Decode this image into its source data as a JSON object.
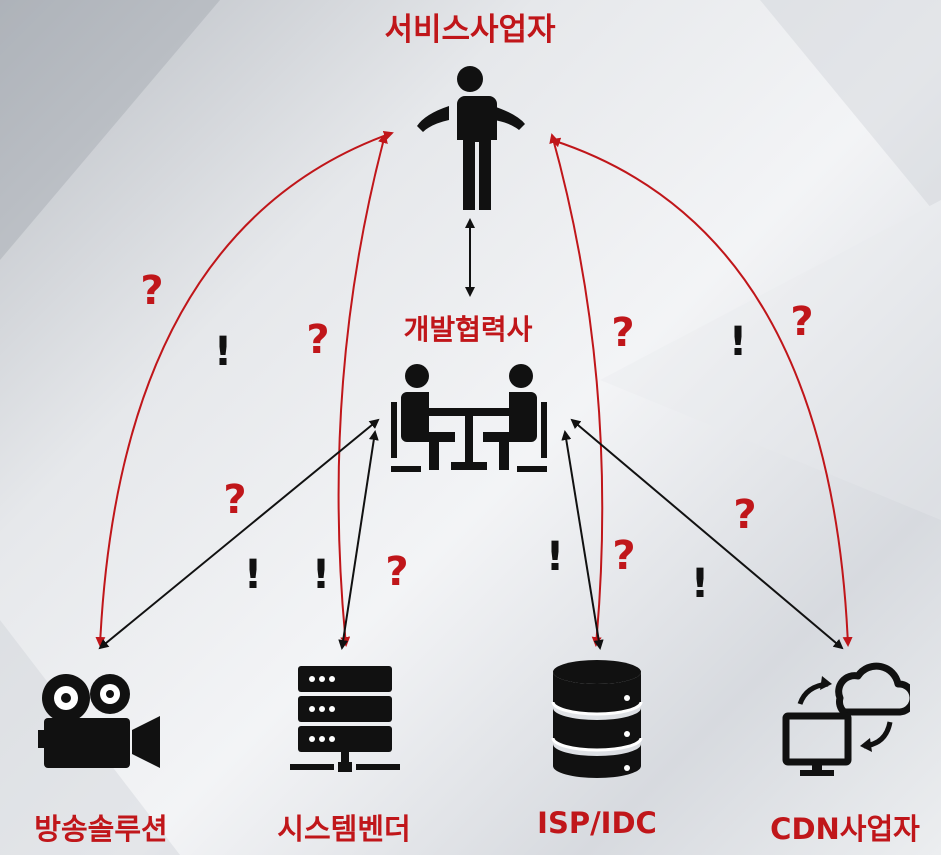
{
  "nodes": {
    "service_provider": "서비스사업자",
    "dev_partner": "개발협력사",
    "broadcast_solution": "방송솔루션",
    "system_vendor": "시스템벤더",
    "isp_idc": "ISP/IDC",
    "cdn_provider": "CDN사업자"
  },
  "marks": {
    "question": "?",
    "exclaim": "!"
  },
  "colors": {
    "red": "#c0161a",
    "black": "#111111"
  }
}
